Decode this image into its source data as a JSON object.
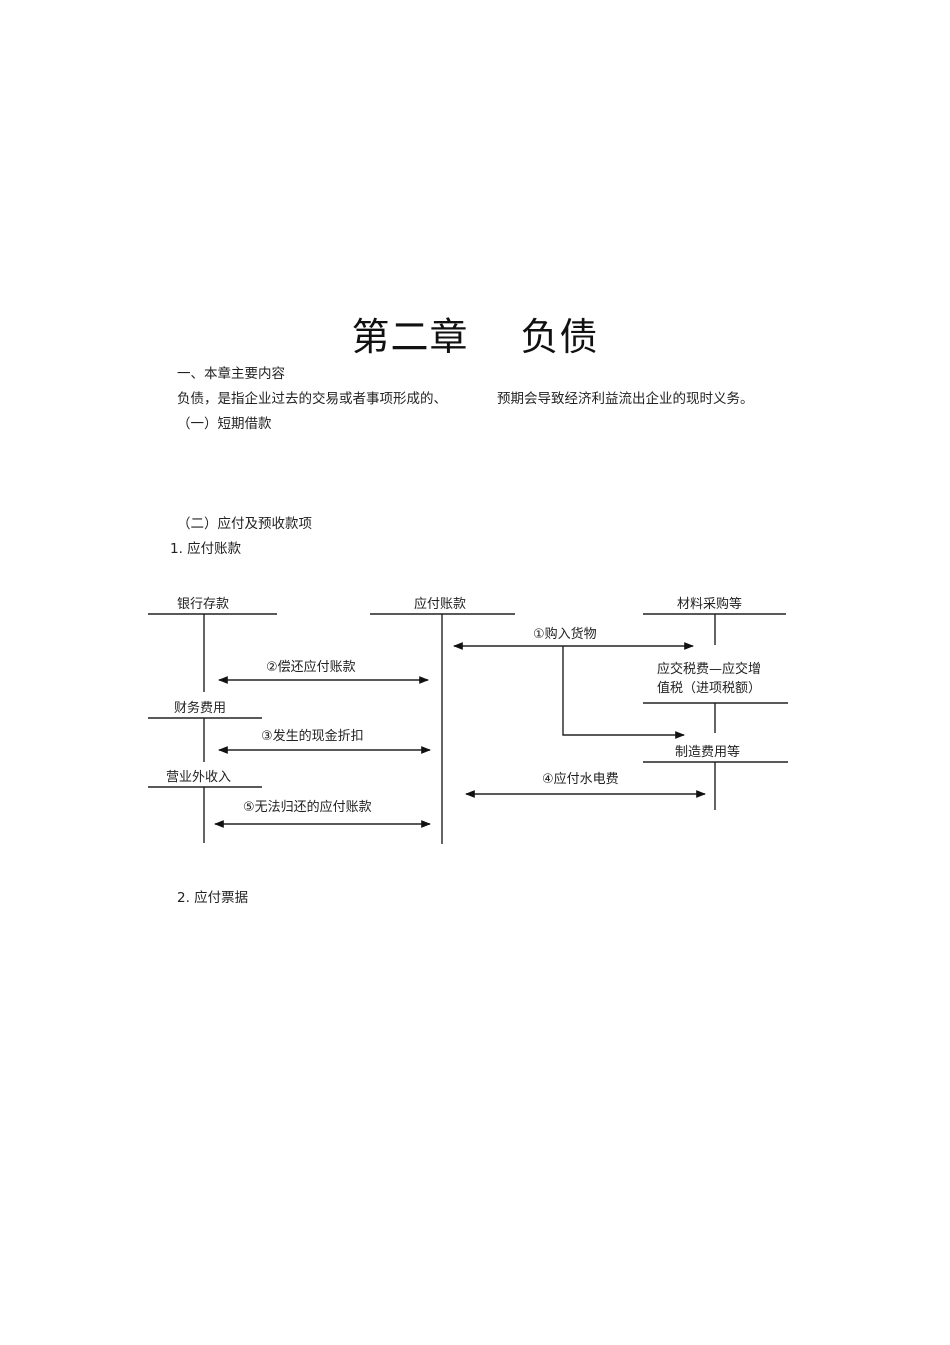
{
  "title": {
    "part1": "第二章",
    "part2": "负债"
  },
  "sections": {
    "s1_heading": "一、本章主要内容",
    "definition_a": "负债，是指企业过去的交易或者事项形成的、",
    "definition_b": "预期会导致经济利益流出企业的现时义务。",
    "short_loans": "（一）短期借款",
    "payables_heading": "（二）应付及预收款项",
    "ap_heading": "1. 应付账款",
    "np_heading": "2. 应付票据"
  },
  "diagram": {
    "accounts": {
      "bank_deposit": "银行存款",
      "accounts_payable": "应付账款",
      "material_purchase": "材料采购等",
      "vat_input_l1": "应交税费—应交增",
      "vat_input_l2": "值税（进项税额）",
      "financial_expenses": "财务费用",
      "manufacturing_overhead": "制造费用等",
      "non_operating_income": "营业外收入"
    },
    "flows": {
      "f1": "①购入货物",
      "f2": "②偿还应付账款",
      "f3": "③发生的现金折扣",
      "f4": "④应付水电费",
      "f5": "⑤无法归还的应付账款"
    }
  }
}
